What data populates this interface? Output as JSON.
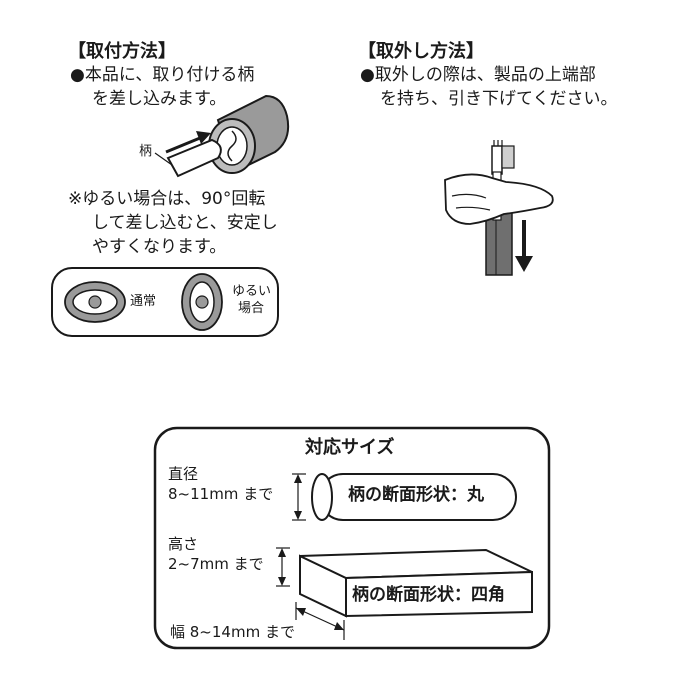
{
  "install": {
    "heading": "【取付方法】",
    "line1": "●本品に、取り付ける柄",
    "line2": "を差し込みます。",
    "handle_label": "柄",
    "note1": "※ゆるい場合は、90°回転",
    "note2": "して差し込むと、安定し",
    "note3": "やすくなります。",
    "normal_label": "通常",
    "loose_label1": "ゆるい",
    "loose_label2": "場合"
  },
  "remove": {
    "heading": "【取外し方法】",
    "line1": "●取外しの際は、製品の上端部",
    "line2": "を持ち、引き下げてください。"
  },
  "sizes": {
    "title": "対応サイズ",
    "diameter_label": "直径",
    "diameter_value": "8~11mm まで",
    "round_label": "柄の断面形状：丸",
    "height_label": "高さ",
    "height_value": "2~7mm まで",
    "square_label": "柄の断面形状：四角",
    "width_value": "幅 8~14mm まで"
  }
}
